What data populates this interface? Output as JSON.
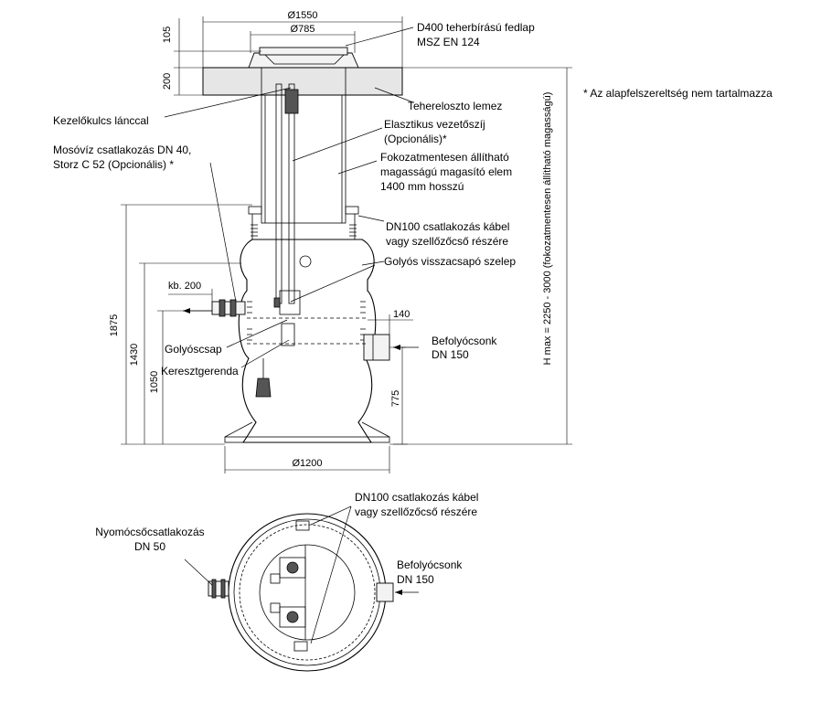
{
  "labels": {
    "cover": "D400 teherbírású fedlap",
    "cover_std": "MSZ EN 124",
    "footnote": "* Az alapfelszereltség nem tartalmazza",
    "load_plate": "Tehereloszto lemez",
    "key_chain": "Kezelőkulcs lánccal",
    "wash_water_1": "Mosóvíz csatlakozás DN 40,",
    "wash_water_2": "Storz C 52  (Opcionális) *",
    "flex_rope_1": "Elasztikus vezetőszíj",
    "flex_rope_2": "(Opcionális)*",
    "riser_1": "Fokozatmentesen állítható",
    "riser_2": "magasságú magasító elem",
    "riser_3": "1400 mm hosszú",
    "cable_1": "DN100 csatlakozás kábel",
    "cable_2": "vagy szellőzőcső részére",
    "ball_check": "Golyós visszacsapó szelep",
    "ball_valve": "Golyóscsap",
    "cross_beam": "Keresztgerenda",
    "inlet_1": "Befolyócsonk",
    "inlet_2": "DN 150",
    "hmax": "H max = 2250 - 3000 (fokozatmentesen állítható magasságú)",
    "top_cable_1": "DN100 csatlakozás kábel",
    "top_cable_2": "vagy szellőzőcső részére",
    "pressure_1": "Nyomócsőcsatlakozás",
    "pressure_2": "DN 50",
    "top_inlet_1": "Befolyócsonk",
    "top_inlet_2": "DN 150"
  },
  "dims": {
    "d1550": "Ø1550",
    "d785": "Ø785",
    "d1200": "Ø1200",
    "h105": "105",
    "h200": "200",
    "h1875": "1875",
    "h1430": "1430",
    "h1050": "1050",
    "h775": "775",
    "kb200": "kb. 200",
    "w140": "140"
  }
}
